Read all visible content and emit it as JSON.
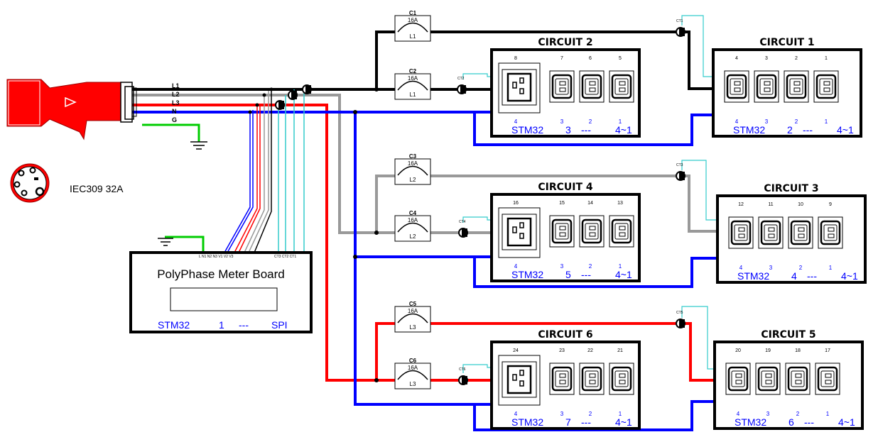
{
  "plug": {
    "lines": [
      "L1",
      "L2",
      "L3",
      "N",
      "G"
    ],
    "connector_label": "IEC309 32A"
  },
  "meter": {
    "title": "PolyPhase Meter Board",
    "stm": "STM32",
    "unit": "1",
    "sep": "---",
    "bus": "SPI",
    "terminal_labels": "L  N1 N2 N3 V1 V2 V3",
    "ct_labels": "CT3 CT2 CT1"
  },
  "breakers": [
    {
      "name": "C1",
      "rating": "16A",
      "line": "L1"
    },
    {
      "name": "C2",
      "rating": "16A",
      "line": "L1"
    },
    {
      "name": "C3",
      "rating": "16A",
      "line": "L2"
    },
    {
      "name": "C4",
      "rating": "16A",
      "line": "L2"
    },
    {
      "name": "C5",
      "rating": "16A",
      "line": "L3"
    },
    {
      "name": "C6",
      "rating": "16A",
      "line": "L3"
    }
  ],
  "cts": [
    "CT1",
    "CT2",
    "CT3",
    "CT4",
    "CT5",
    "CT6"
  ],
  "circuits": [
    {
      "title": "CIRCUIT 2",
      "outlets": [
        "8",
        "7",
        "6",
        "5"
      ],
      "sockets": [
        "4",
        "3",
        "2",
        "1"
      ],
      "stm": "STM32",
      "unit": "3",
      "sep": "---",
      "range": "4~1"
    },
    {
      "title": "CIRCUIT 1",
      "outlets": [
        "4",
        "3",
        "2",
        "1"
      ],
      "sockets": [
        "4",
        "3",
        "2",
        "1"
      ],
      "stm": "STM32",
      "unit": "2",
      "sep": "---",
      "range": "4~1"
    },
    {
      "title": "CIRCUIT 4",
      "outlets": [
        "16",
        "15",
        "14",
        "13"
      ],
      "sockets": [
        "4",
        "3",
        "2",
        "1"
      ],
      "stm": "STM32",
      "unit": "5",
      "sep": "---",
      "range": "4~1"
    },
    {
      "title": "CIRCUIT 3",
      "outlets": [
        "12",
        "11",
        "10",
        "9"
      ],
      "sockets": [
        "4",
        "3",
        "2",
        "1"
      ],
      "stm": "STM32",
      "unit": "4",
      "sep": "---",
      "range": "4~1"
    },
    {
      "title": "CIRCUIT 6",
      "outlets": [
        "24",
        "23",
        "22",
        "21"
      ],
      "sockets": [
        "4",
        "3",
        "2",
        "1"
      ],
      "stm": "STM32",
      "unit": "7",
      "sep": "---",
      "range": "4~1"
    },
    {
      "title": "CIRCUIT 5",
      "outlets": [
        "20",
        "19",
        "18",
        "17"
      ],
      "sockets": [
        "4",
        "3",
        "2",
        "1"
      ],
      "stm": "STM32",
      "unit": "6",
      "sep": "---",
      "range": "4~1"
    }
  ],
  "colors": {
    "l1": "#000000",
    "l2": "#999999",
    "l3": "#ff0000",
    "neutral": "#0000ff",
    "ground": "#00cc00",
    "ct_wire": "#33cccc",
    "plug": "#ff0000"
  }
}
